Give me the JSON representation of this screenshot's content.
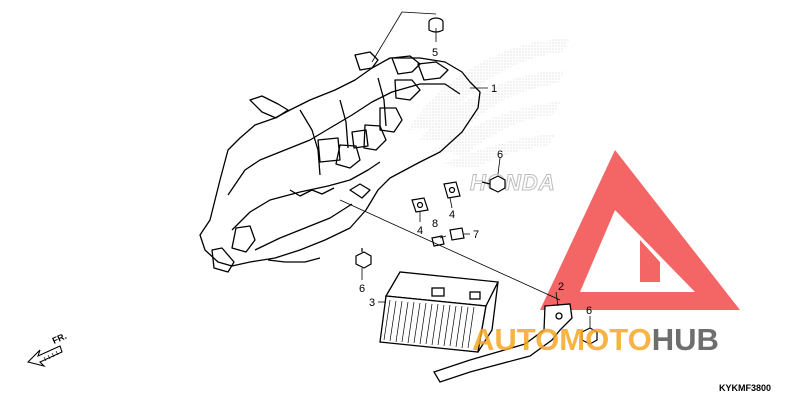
{
  "callouts": {
    "c1": "1",
    "c2": "2",
    "c3": "3",
    "c4a": "4",
    "c4b": "4",
    "c5": "5",
    "c6a": "6",
    "c6b": "6",
    "c6c": "6",
    "c7": "7",
    "c8": "8"
  },
  "direction_label": "FR.",
  "diagram_code": "KYKMF3800",
  "background_logo_text": "HONDA",
  "watermark": {
    "part1": "AUTO",
    "part2": "MOTO",
    "part3": "HUB",
    "color_red": "#f24a4a",
    "color_orange": "#f6a623",
    "color_gray": "#6e6e6e"
  },
  "colors": {
    "line": "#000000",
    "wing_stipple": "#c8c8c8"
  }
}
